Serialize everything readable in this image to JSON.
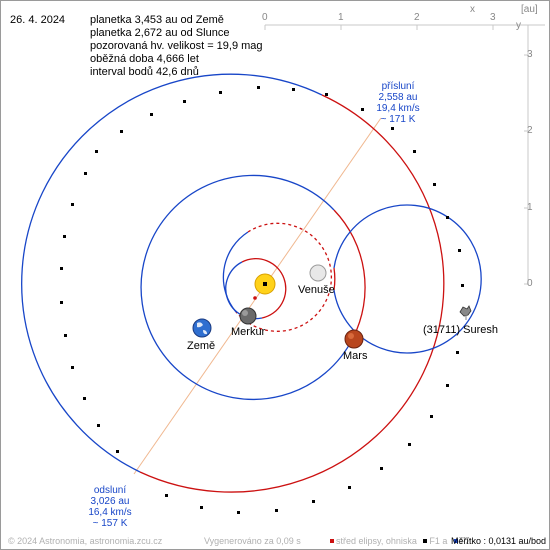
{
  "date": "26. 4. 2024",
  "info": [
    "planetka 3,453 au od Země",
    "planetka 2,672 au od Slunce",
    "pozorovaná hv. velikost = 19,9 mag",
    "oběžná doba 4,666 let",
    "interval bodů 42,6 dnů"
  ],
  "axis": {
    "top_ticks": [
      "0",
      "1",
      "2",
      "3"
    ],
    "top_letter": "x",
    "unit": "[au]",
    "side_ticks": [
      "3",
      "2",
      "1",
      "0"
    ],
    "side_letter": "y"
  },
  "perihelion": {
    "title": "přísluní",
    "dist": "2,558 au",
    "speed": "19,4 km/s",
    "temp": "~ 171 K"
  },
  "aphelion": {
    "title": "odsluní",
    "dist": "3,026 au",
    "speed": "16,4 km/s",
    "temp": "~ 157 K"
  },
  "planets": {
    "venus": "Venuše",
    "mercury": "Merkur",
    "earth": "Země",
    "mars": "Mars",
    "asteroid": "(31711) Suresh"
  },
  "footer": {
    "copyright": "© 2024 Astronomia, astronomia.zcu.cz",
    "generated": "Vygenerováno za 0,09 s",
    "legend_center": "střed elipsy, ohniska",
    "legend_f1": "F1 a",
    "legend_f2": "F2",
    "scale": "Měřítko : 0,0131 au/bod"
  },
  "colors": {
    "orbit_above": "#1846c8",
    "orbit_below": "#cc1111",
    "apsis_line": "#f0b890",
    "sun": "#ffd21a"
  }
}
